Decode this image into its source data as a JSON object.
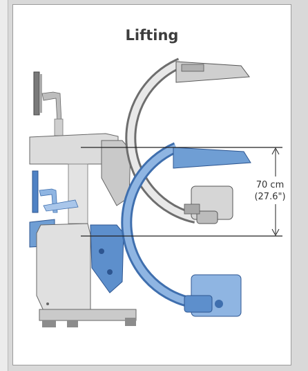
{
  "title": "Lifting",
  "measurement": {
    "line1": "70 cm",
    "line2": "(27.6\")"
  },
  "colors": {
    "grey_body": "#d8d8d8",
    "grey_dark": "#8a8a8a",
    "blue_fill": "#6f9ed4",
    "blue_dark": "#3f6fae",
    "outline": "#555555"
  }
}
